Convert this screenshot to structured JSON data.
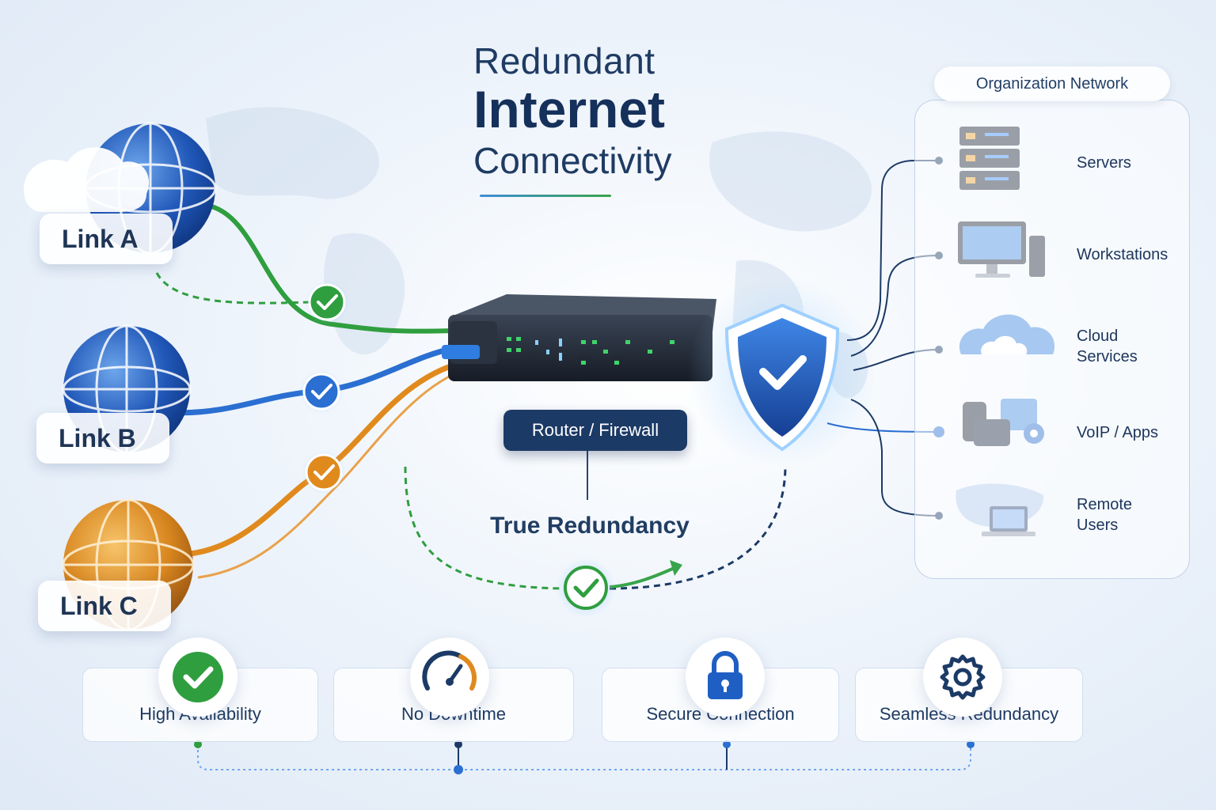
{
  "title": {
    "line1": "Redundant",
    "line2": "Internet",
    "line3": "Connectivity"
  },
  "links": [
    {
      "label": "Link A",
      "color": "#2f9e3f"
    },
    {
      "label": "Link B",
      "color": "#2a6fd1"
    },
    {
      "label": "Link C",
      "color": "#e08a1e"
    }
  ],
  "center": {
    "device_label": "Router / Firewall",
    "caption": "True Redundancy"
  },
  "organization": {
    "title": "Organization Network",
    "items": [
      "Servers",
      "Workstations",
      "Cloud Services",
      "VoIP / Apps",
      "Remote Users"
    ]
  },
  "features": [
    {
      "label": "High Availability",
      "icon": "checkmark-icon"
    },
    {
      "label": "No Downtime",
      "icon": "speedometer-icon"
    },
    {
      "label": "Secure Connection",
      "icon": "padlock-icon"
    },
    {
      "label": "Seamless Redundancy",
      "icon": "gear-icon"
    }
  ],
  "colors": {
    "navy": "#1c3a66",
    "green": "#2f9e3f",
    "blue": "#2a6fd1",
    "orange": "#e08a1e",
    "shield": "#1f5fc4"
  }
}
